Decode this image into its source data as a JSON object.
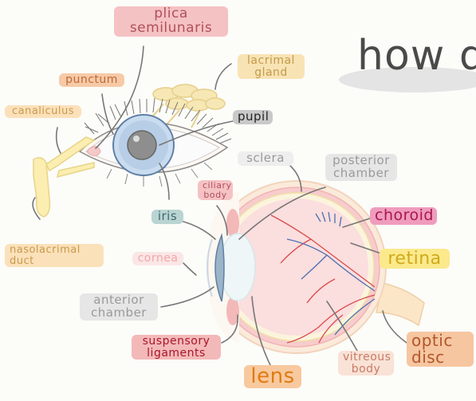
{
  "title": "how d",
  "labels": {
    "plica": "plica\nsemilunaris",
    "lacrimal": "lacrimal\ngland",
    "punctum": "punctum",
    "canaliculus": "canaliculus",
    "pupil": "pupil",
    "sclera": "sclera",
    "posterior_chamber": "posterior\nchamber",
    "ciliary_body": "ciliary\nbody",
    "iris": "iris",
    "choroid": "choroid",
    "retina": "retina",
    "nasolacrimal": "nasolacrimal\nduct",
    "cornea": "cornea",
    "anterior_chamber": "anterior\nchamber",
    "suspensory": "suspensory\nligaments",
    "lens": "lens",
    "vitreous": "vitreous\nbody",
    "optic": "optic\ndisc"
  }
}
